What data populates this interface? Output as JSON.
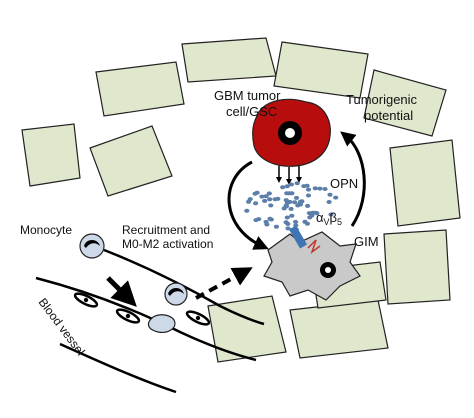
{
  "labels": {
    "gbm_line1": "GBM tumor",
    "gbm_line2": "cell/GSC",
    "tumorigenic_line1": "Tumorigenic",
    "tumorigenic_line2": "potential",
    "opn": "OPN",
    "integrin_alpha": "α",
    "integrin_alpha_sub": "V",
    "integrin_beta": "β",
    "integrin_beta_sub": "5",
    "gim": "GIM",
    "monocyte": "Monocyte",
    "recruitment_line1": "Recruitment and",
    "recruitment_line2": "M0-M2 activation",
    "blood_vessel": "Blood vessel"
  },
  "colors": {
    "cell_fill": "#dfe8cc",
    "tumor_fill": "#b80d0d",
    "opn_dots": "#5b7fa8",
    "gim_fill": "#c9c9c9",
    "monocyte_fill": "#cdd8e8",
    "integrin_fill": "#3f74b5"
  },
  "icons": [
    "nucleus-icon",
    "arrow-icon",
    "dashed-arrow-icon",
    "receptor-icon"
  ]
}
